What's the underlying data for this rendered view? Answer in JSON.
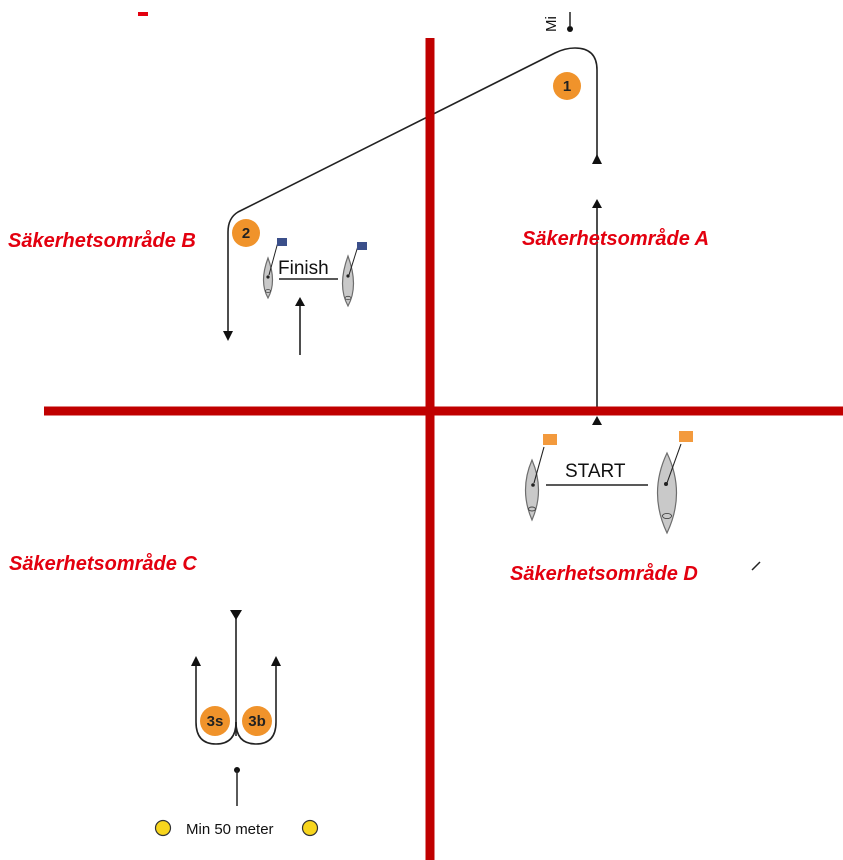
{
  "zones": {
    "a": "Säkerhetsområde A",
    "b": "Säkerhetsområde B",
    "c": "Säkerhetsområde C",
    "d": "Säkerhetsområde D"
  },
  "lines": {
    "start": "START",
    "finish": "Finish"
  },
  "marks": {
    "mark1": "1",
    "mark2": "2",
    "mark3s": "3s",
    "mark3b": "3b"
  },
  "notes": {
    "min_distance": "Min 50 meter",
    "cut_top": "Mi"
  },
  "colors": {
    "divider": "#c00000",
    "zone_text": "#e3000f",
    "mark": "#f0932b",
    "gate_buoy": "#f7d51d"
  }
}
